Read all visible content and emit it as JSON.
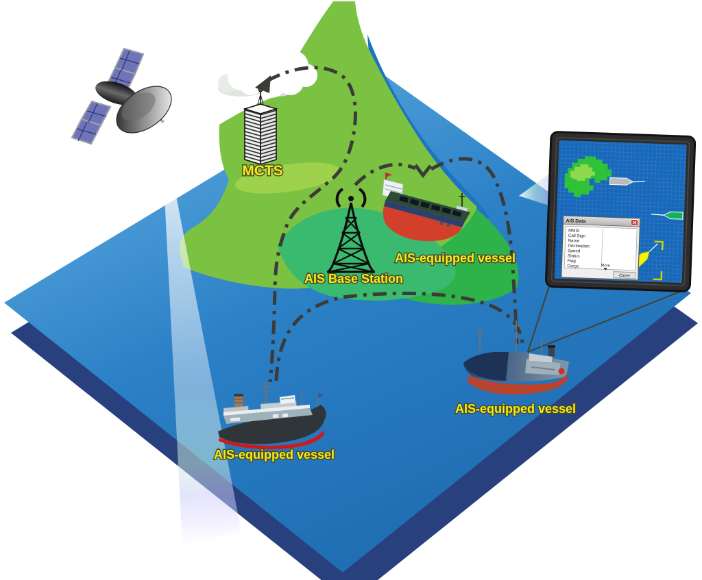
{
  "scene": {
    "background": "#ffffff",
    "labels": {
      "mcts": "MCTS",
      "base_station": "AIS Base Station",
      "vessel_top": "AIS-equipped vessel",
      "vessel_left": "AIS-equipped vessel",
      "vessel_right": "AIS-equipped vessel"
    },
    "colors": {
      "sea": "#2b80c6",
      "sea_shadow": "#28407e",
      "land_light": "#7cc242",
      "land_dark": "#2eb34a",
      "land_teal": "#3aba6e",
      "river": "#1e73c2",
      "label_text": "#f4ef11",
      "label_outline": "#4a4a2e",
      "signal_dash": "#3b3b38",
      "beam": "#ffffff"
    },
    "icons": {
      "satellite": "satellite-icon",
      "cloud": "cloud-icon",
      "mcts_building": "building-icon",
      "base_station": "radio-tower-icon",
      "vessels": "ship-icon",
      "arrows": "arrowhead-icon"
    }
  },
  "monitor": {
    "screen_color": "#1868ba",
    "island_color": "#2fc139",
    "markers": {
      "gray": "#b9bdb9",
      "green": "#12b259",
      "selected_yellow": "#f4f400"
    },
    "window": {
      "title": "AIS Data",
      "fields": [
        "MMSI",
        "Call Sign",
        "Name",
        "Destination",
        "Speed",
        "Status",
        "Flag",
        "Cargo"
      ],
      "more_label": "More",
      "close_label": "Close"
    }
  }
}
